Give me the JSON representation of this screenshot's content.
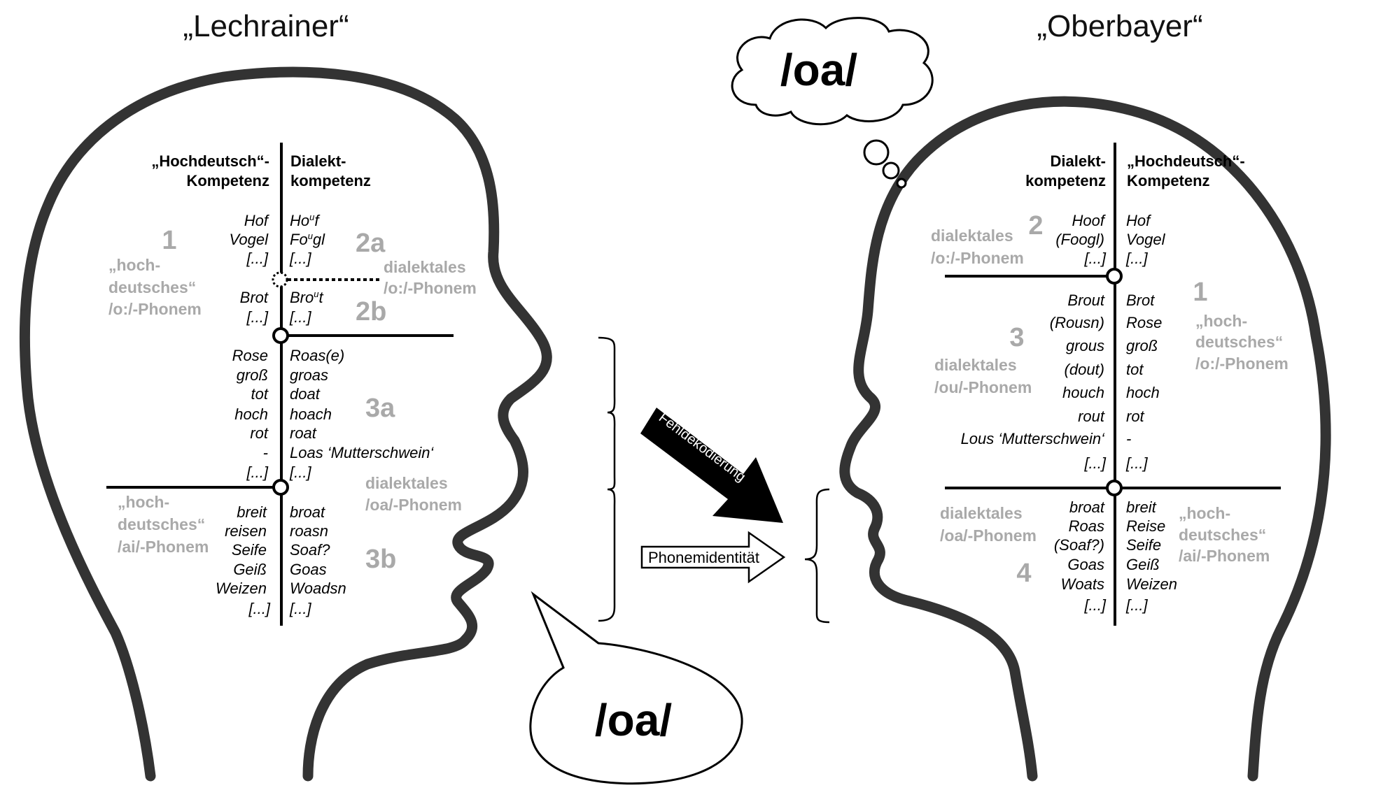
{
  "left": {
    "title": "„Lechrainer“",
    "hd_header": [
      "„Hochdeutsch“-",
      "Kompetenz"
    ],
    "dial_header": [
      "Dialekt-",
      "kompetenz"
    ],
    "hd_words": [
      "Hof",
      "Vogel",
      "[...]",
      "Brot",
      "[...]",
      "Rose",
      "groß",
      "tot",
      "hoch",
      "rot",
      "-",
      "[...]",
      "breit",
      "reisen",
      "Seife",
      "Geiß",
      "Weizen",
      "[...]"
    ],
    "dial_words": [
      "Houf",
      "Fougl",
      "[...]",
      "Brout",
      "[...]",
      "Roas(e)",
      "groas",
      "doat",
      "hoach",
      "roat",
      "Loas ‘Mutterschwein‘",
      "[...]",
      "broat",
      "roasn",
      "Soaf?",
      "Goas",
      "Woadsn",
      "[...]"
    ],
    "sup_u": "u",
    "numbers": [
      "1",
      "2a",
      "2b",
      "3a",
      "3b"
    ],
    "labels": {
      "hd_o": [
        "„hoch-",
        "deutsches“",
        "/o:/-Phonem"
      ],
      "dial_o": [
        "dialektales",
        "/o:/-Phonem"
      ],
      "dial_oa": [
        "dialektales",
        "/oa/-Phonem"
      ],
      "hd_ai": [
        "„hoch-",
        "deutsches“",
        "/ai/-Phonem"
      ]
    }
  },
  "right": {
    "title": "„Oberbayer“",
    "dial_header": [
      "Dialekt-",
      "kompetenz"
    ],
    "hd_header": [
      "„Hochdeutsch“-",
      "Kompetenz"
    ],
    "dial_words": [
      "Hoof",
      "(Foogl)",
      "[...]",
      "Brout",
      "(Rousn)",
      "grous",
      "(dout)",
      "houch",
      "rout",
      "Lous ‘Mutterschwein‘",
      "[...]",
      "broat",
      "Roas",
      "(Soaf?)",
      "Goas",
      "Woats",
      "[...]"
    ],
    "hd_words": [
      "Hof",
      "Vogel",
      "[...]",
      "Brot",
      "Rose",
      "groß",
      "tot",
      "hoch",
      "rot",
      "-",
      "[...]",
      "breit",
      "Reise",
      "Seife",
      "Geiß",
      "Weizen",
      "[...]"
    ],
    "numbers": [
      "2",
      "1",
      "3",
      "4"
    ],
    "labels": {
      "dial_o": [
        "dialektales",
        "/o:/-Phonem"
      ],
      "hd_o": [
        "„hoch-",
        "deutsches“",
        "/o:/-Phonem"
      ],
      "dial_ou": [
        "dialektales",
        "/ou/-Phonem"
      ],
      "dial_oa": [
        "dialektales",
        "/oa/-Phonem"
      ],
      "hd_ai": [
        "„hoch-",
        "deutsches“",
        "/ai/-Phonem"
      ]
    }
  },
  "thought": "/oa/",
  "speech": "/oa/",
  "arrow_fehl": "Fehldekodierung",
  "arrow_phon": "Phonemidentität",
  "colors": {
    "outline": "#333333",
    "gray": "#a9a9a9",
    "ink": "#000000"
  }
}
